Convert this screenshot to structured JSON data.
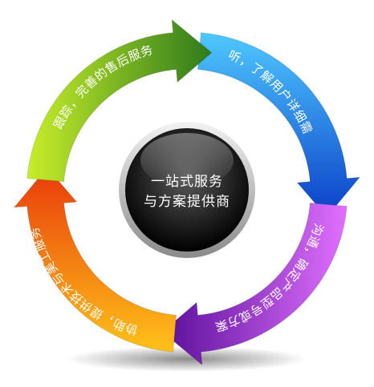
{
  "center": {
    "line1": "一站式服务",
    "line2": "与方案提供商"
  },
  "stages": [
    {
      "id": "listen",
      "label": "聆听，了解用户详细需求",
      "color_light": "#4fc8ff",
      "color_dark": "#0a3fc8"
    },
    {
      "id": "communicate",
      "label": "沟通，确定产品型号或方案",
      "color_light": "#e070ff",
      "color_dark": "#5a0f9a"
    },
    {
      "id": "assist",
      "label": "协助，提供技术与美工服务",
      "color_light": "#ffc21a",
      "color_dark": "#e83a0a"
    },
    {
      "id": "follow",
      "label": "跟踪，完善的售后服务",
      "color_light": "#c8ee2a",
      "color_dark": "#2e7a1c"
    }
  ]
}
